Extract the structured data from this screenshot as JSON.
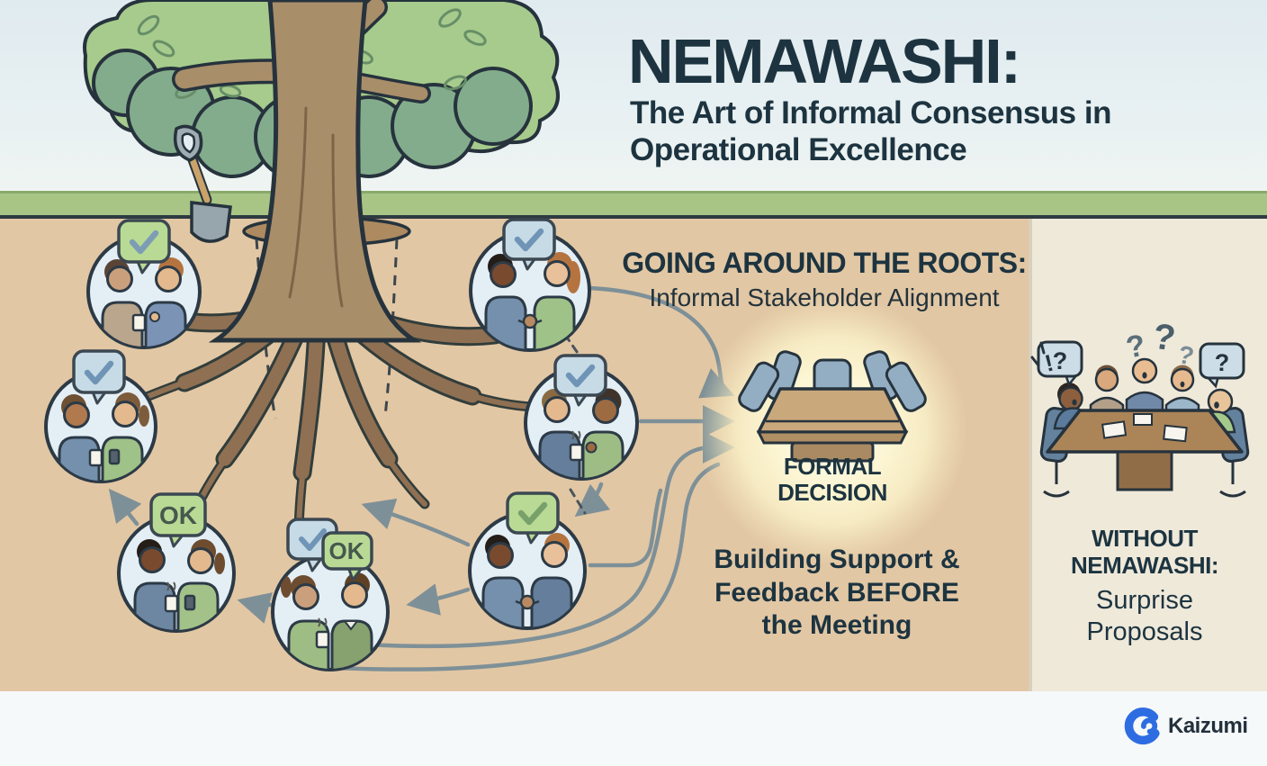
{
  "header": {
    "title": "NEMAWASHI:",
    "subtitle": "The Art of Informal Consensus in\nOperational Excellence"
  },
  "roots_section": {
    "heading": "GOING AROUND THE ROOTS:",
    "subheading": "Informal Stakeholder Alignment",
    "ok_label_1": "OK",
    "ok_label_2": "OK"
  },
  "formal_decision": {
    "label": "FORMAL\nDECISION"
  },
  "support_note": {
    "pre": "Building Support &\nFeedback",
    "emphasis": " BEFORE",
    "post": "\nthe Meeting"
  },
  "without_panel": {
    "heading": "WITHOUT\nNEMAWASHI:",
    "subheading": "Surprise\nProposals",
    "bubble_mark_left": "?",
    "bubble_mark_right": "?",
    "float_mark_1": "?",
    "float_mark_2": "?",
    "float_mark_3": "?",
    "exclaim_mark": "!"
  },
  "brand": {
    "name": "Kaizumi"
  },
  "colors": {
    "ink": "#1d3440",
    "ground": "#e2c7a4",
    "panel": "#efe9da",
    "grass": "#a8c585",
    "glow": "#fdf3c9",
    "accent_blue": "#2e6ce2",
    "arrow_gray": "#7e9097"
  }
}
